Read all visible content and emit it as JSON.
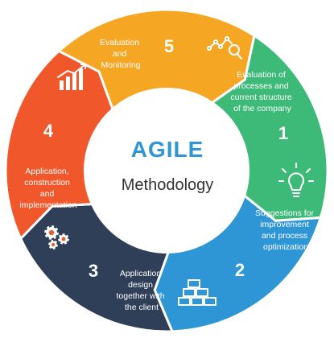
{
  "center": {
    "title": "AGILE",
    "subtitle": "Methodology",
    "title_color": "#2f96d6",
    "subtitle_color": "#333333"
  },
  "steps": [
    {
      "number": "1",
      "lines": [
        "Evaluation of",
        "processes and",
        "current structure",
        "of the company"
      ],
      "color": "#3dba78",
      "icon": "analytics-magnifier-icon"
    },
    {
      "number": "2",
      "lines": [
        "Suggestions for",
        "improvement",
        "and process",
        "optimization"
      ],
      "color": "#2f96d6",
      "icon": "lightbulb-icon"
    },
    {
      "number": "3",
      "lines": [
        "Application",
        "design",
        "together with",
        "the client"
      ],
      "color": "#2e3f57",
      "icon": "bricks-icon"
    },
    {
      "number": "4",
      "lines": [
        "Application,",
        "construction",
        "and",
        "implementation"
      ],
      "color": "#f0572b",
      "icon": "gears-icon"
    },
    {
      "number": "5",
      "lines": [
        "Evaluation",
        "and",
        "Monitoring"
      ],
      "color": "#f5a623",
      "icon": "growth-chart-icon"
    }
  ]
}
